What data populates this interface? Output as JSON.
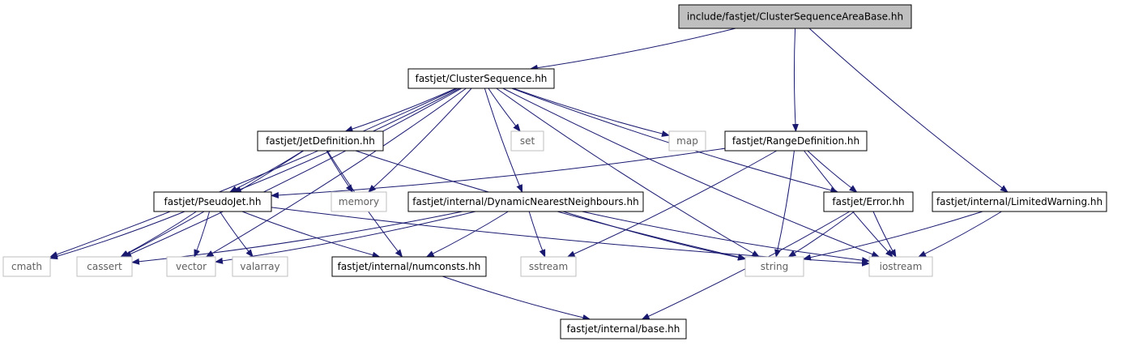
{
  "colors": {
    "edge": "#191970",
    "root_fill": "#bfbfbf",
    "node_stroke": "#000000",
    "system_stroke": "#bfbfbf",
    "system_text": "#5f5f5f"
  },
  "nodes": [
    {
      "id": "root",
      "label": "include/fastjet/ClusterSequenceAreaBase.hh",
      "kind": "root"
    },
    {
      "id": "cs",
      "label": "fastjet/ClusterSequence.hh",
      "kind": "header"
    },
    {
      "id": "jetdef",
      "label": "fastjet/JetDefinition.hh",
      "kind": "header"
    },
    {
      "id": "rangedef",
      "label": "fastjet/RangeDefinition.hh",
      "kind": "header"
    },
    {
      "id": "pj",
      "label": "fastjet/PseudoJet.hh",
      "kind": "header"
    },
    {
      "id": "dnn",
      "label": "fastjet/internal/DynamicNearestNeighbours.hh",
      "kind": "header"
    },
    {
      "id": "err",
      "label": "fastjet/Error.hh",
      "kind": "header"
    },
    {
      "id": "lw",
      "label": "fastjet/internal/LimitedWarning.hh",
      "kind": "header"
    },
    {
      "id": "numc",
      "label": "fastjet/internal/numconsts.hh",
      "kind": "header"
    },
    {
      "id": "base",
      "label": "fastjet/internal/base.hh",
      "kind": "header"
    },
    {
      "id": "set",
      "label": "set",
      "kind": "system"
    },
    {
      "id": "map",
      "label": "map",
      "kind": "system"
    },
    {
      "id": "memory",
      "label": "memory",
      "kind": "system"
    },
    {
      "id": "cmath",
      "label": "cmath",
      "kind": "system"
    },
    {
      "id": "cassert",
      "label": "cassert",
      "kind": "system"
    },
    {
      "id": "vector",
      "label": "vector",
      "kind": "system"
    },
    {
      "id": "valarray",
      "label": "valarray",
      "kind": "system"
    },
    {
      "id": "sstream",
      "label": "sstream",
      "kind": "system"
    },
    {
      "id": "string",
      "label": "string",
      "kind": "system"
    },
    {
      "id": "iostream",
      "label": "iostream",
      "kind": "system"
    }
  ],
  "edges": [
    [
      "root",
      "cs"
    ],
    [
      "root",
      "rangedef"
    ],
    [
      "root",
      "lw"
    ],
    [
      "cs",
      "cmath"
    ],
    [
      "cs",
      "cassert"
    ],
    [
      "cs",
      "vector"
    ],
    [
      "cs",
      "pj"
    ],
    [
      "cs",
      "jetdef"
    ],
    [
      "cs",
      "memory"
    ],
    [
      "cs",
      "dnn"
    ],
    [
      "cs",
      "set"
    ],
    [
      "cs",
      "string"
    ],
    [
      "cs",
      "map"
    ],
    [
      "cs",
      "err"
    ],
    [
      "cs",
      "iostream"
    ],
    [
      "jetdef",
      "cassert"
    ],
    [
      "jetdef",
      "pj"
    ],
    [
      "jetdef",
      "numc"
    ],
    [
      "jetdef",
      "memory"
    ],
    [
      "jetdef",
      "string"
    ],
    [
      "rangedef",
      "pj"
    ],
    [
      "rangedef",
      "sstream"
    ],
    [
      "rangedef",
      "string"
    ],
    [
      "rangedef",
      "err"
    ],
    [
      "rangedef",
      "iostream"
    ],
    [
      "pj",
      "cmath"
    ],
    [
      "pj",
      "cassert"
    ],
    [
      "pj",
      "vector"
    ],
    [
      "pj",
      "valarray"
    ],
    [
      "pj",
      "numc"
    ],
    [
      "pj",
      "iostream"
    ],
    [
      "dnn",
      "cassert"
    ],
    [
      "dnn",
      "vector"
    ],
    [
      "dnn",
      "numc"
    ],
    [
      "dnn",
      "sstream"
    ],
    [
      "dnn",
      "string"
    ],
    [
      "dnn",
      "iostream"
    ],
    [
      "err",
      "string"
    ],
    [
      "err",
      "iostream"
    ],
    [
      "err",
      "base"
    ],
    [
      "lw",
      "string"
    ],
    [
      "lw",
      "iostream"
    ],
    [
      "numc",
      "base"
    ]
  ]
}
